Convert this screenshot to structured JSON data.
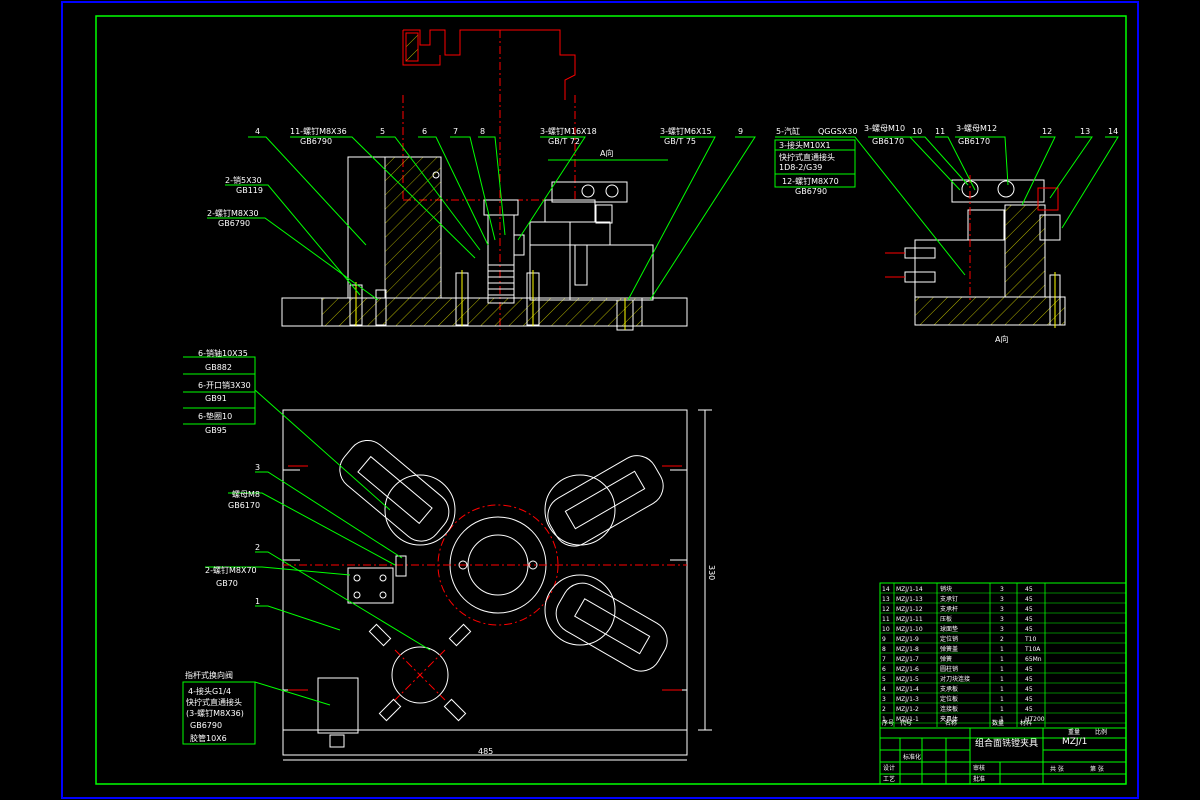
{
  "drawing": {
    "title": "组合面铣镗夹具",
    "drawing_no": "MZJ/1",
    "view_label_a_top": "A向",
    "view_label_a_side": "A向"
  },
  "colors": {
    "background": "#000000",
    "border_outer": "#0000ff",
    "frame": "#00ff00",
    "part_lines": "#ffffff",
    "centerlines": "#ff0000",
    "hatch": "#ffff00",
    "leaders": "#00ff00"
  },
  "front_view_labels": {
    "n4": "4",
    "screw11": "11-螺钉M8X36",
    "screw11_std": "GB6790",
    "n5": "5",
    "n6": "6",
    "n7": "7",
    "n8": "8",
    "screw_m16": "3-螺钉M16X18",
    "screw_m16_std": "GB/T 72",
    "screw_m6": "3-螺钉M6X15",
    "screw_m6_std": "GB/T 75",
    "n9": "9",
    "pin": "2-销5X30",
    "pin_std": "GB119",
    "screw2": "2-螺钉M8X30",
    "screw2_std": "GB6790"
  },
  "side_view_labels": {
    "cyl": "5-汽缸",
    "cyl_model": "QGGSX30",
    "joint": "3-接头M10X1",
    "joint2": "快拧式直通接头",
    "joint3": "1D8-2/G39",
    "screw12": "12-螺钉M8X70",
    "screw12_std": "GB6790",
    "nut": "3-螺母M10",
    "nut_std": "GB6170",
    "n10": "10",
    "n11": "11",
    "nut2": "3-螺母M12",
    "nut2_std": "GB6170",
    "n12": "12",
    "n13": "13",
    "n14": "14"
  },
  "plan_view_labels": {
    "pin6": "6-销轴10X35",
    "pin6_std": "GB882",
    "cotter": "6-开口销3X30",
    "cotter_std": "GB91",
    "washer": "6-垫圈10",
    "washer_std": "GB95",
    "n3": "3",
    "nut_m8": "螺母M8",
    "nut_m8_std": "GB6170",
    "n2": "2",
    "screw_m8x70": "2-螺钉M8X70",
    "screw_m8x70_std": "GB70",
    "n1": "1",
    "hose_note": "指杆式换向阀",
    "joint4": "4-接头G1/4",
    "joint4b": "快拧式直通接头",
    "joint4c": "(3-螺钉M8X36)",
    "joint4_std": "GB6790",
    "tube": "胶管10X6",
    "dim_width": "485",
    "dim_height": "330"
  },
  "bom": {
    "rows": [
      {
        "no": "14",
        "code": "MZJ/1-14",
        "name": "销块",
        "qty": "3",
        "mat": "45"
      },
      {
        "no": "13",
        "code": "MZJ/1-13",
        "name": "支承钉",
        "qty": "3",
        "mat": "45"
      },
      {
        "no": "12",
        "code": "MZJ/1-12",
        "name": "支承杆",
        "qty": "3",
        "mat": "45"
      },
      {
        "no": "11",
        "code": "MZJ/1-11",
        "name": "压板",
        "qty": "3",
        "mat": "45"
      },
      {
        "no": "10",
        "code": "MZJ/1-10",
        "name": "球面垫",
        "qty": "3",
        "mat": "45"
      },
      {
        "no": "9",
        "code": "MZJ/1-9",
        "name": "定位销",
        "qty": "2",
        "mat": "T10"
      },
      {
        "no": "8",
        "code": "MZJ/1-8",
        "name": "弹簧盖",
        "qty": "1",
        "mat": "T10A"
      },
      {
        "no": "7",
        "code": "MZJ/1-7",
        "name": "弹簧",
        "qty": "1",
        "mat": "65Mn"
      },
      {
        "no": "6",
        "code": "MZJ/1-6",
        "name": "圆柱销",
        "qty": "1",
        "mat": "45"
      },
      {
        "no": "5",
        "code": "MZJ/1-5",
        "name": "对刀块连接",
        "qty": "1",
        "mat": "45"
      },
      {
        "no": "4",
        "code": "MZJ/1-4",
        "name": "支承板",
        "qty": "1",
        "mat": "45"
      },
      {
        "no": "3",
        "code": "MZJ/1-3",
        "name": "定位板",
        "qty": "1",
        "mat": "45"
      },
      {
        "no": "2",
        "code": "MZJ/1-2",
        "name": "连接板",
        "qty": "1",
        "mat": "45"
      },
      {
        "no": "1",
        "code": "MZJ/1-1",
        "name": "夹具体",
        "qty": "1",
        "mat": "HT200"
      }
    ],
    "header": {
      "no": "序号",
      "code": "代号",
      "name": "名称",
      "qty": "数量",
      "mat": "材料"
    }
  },
  "title_block": {
    "design": "设计",
    "check": "审核",
    "craft": "工艺",
    "std": "标准化",
    "approve": "批准",
    "scale": "比例",
    "weight": "重量",
    "sheet": "共 张",
    "sheet2": "第 张"
  }
}
